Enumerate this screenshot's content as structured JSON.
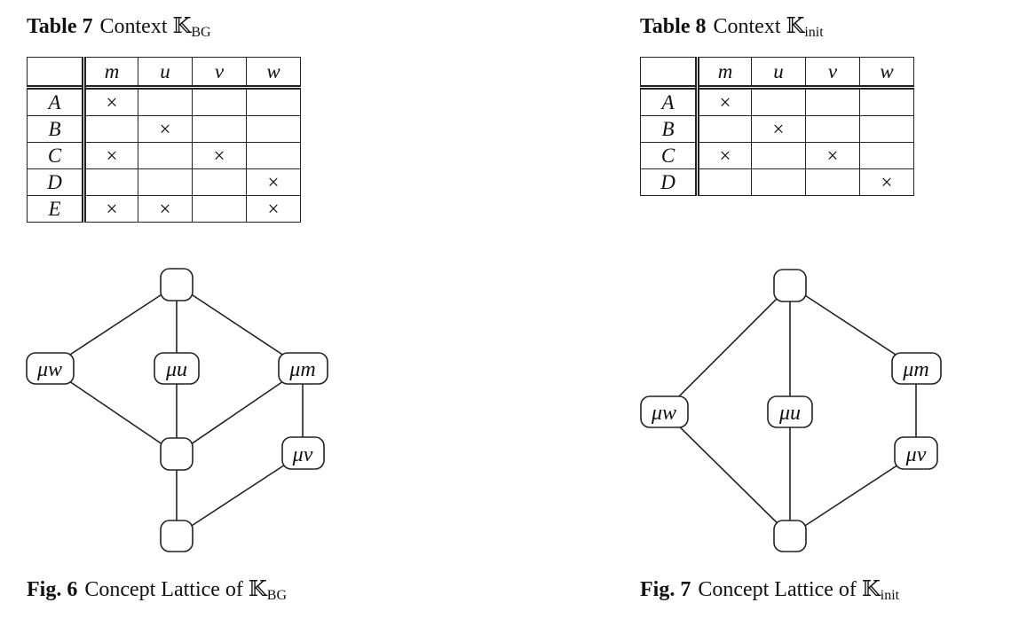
{
  "table7": {
    "label": "Table 7",
    "title": "Context 𝕂",
    "sub": "BG",
    "attributes": [
      "m",
      "u",
      "v",
      "w"
    ],
    "rows": [
      {
        "obj": "A",
        "cells": [
          "×",
          "",
          "",
          ""
        ]
      },
      {
        "obj": "B",
        "cells": [
          "",
          "×",
          "",
          ""
        ]
      },
      {
        "obj": "C",
        "cells": [
          "×",
          "",
          "×",
          ""
        ]
      },
      {
        "obj": "D",
        "cells": [
          "",
          "",
          "",
          "×"
        ]
      },
      {
        "obj": "E",
        "cells": [
          "×",
          "×",
          "",
          "×"
        ]
      }
    ]
  },
  "table8": {
    "label": "Table 8",
    "title": "Context 𝕂",
    "sub": "init",
    "attributes": [
      "m",
      "u",
      "v",
      "w"
    ],
    "rows": [
      {
        "obj": "A",
        "cells": [
          "×",
          "",
          "",
          ""
        ]
      },
      {
        "obj": "B",
        "cells": [
          "",
          "×",
          "",
          ""
        ]
      },
      {
        "obj": "C",
        "cells": [
          "×",
          "",
          "×",
          ""
        ]
      },
      {
        "obj": "D",
        "cells": [
          "",
          "",
          "",
          "×"
        ]
      }
    ]
  },
  "fig6": {
    "label": "Fig. 6",
    "title": "Concept Lattice of 𝕂",
    "sub": "BG",
    "nodes": {
      "top": "",
      "mw": "μw",
      "mu": "μu",
      "mm": "μm",
      "mid": "",
      "mv": "μv",
      "bot": ""
    }
  },
  "fig7": {
    "label": "Fig. 7",
    "title": "Concept Lattice of 𝕂",
    "sub": "init",
    "nodes": {
      "top": "",
      "mw": "μw",
      "mu": "μu",
      "mm": "μm",
      "mv": "μv",
      "bot": ""
    }
  }
}
